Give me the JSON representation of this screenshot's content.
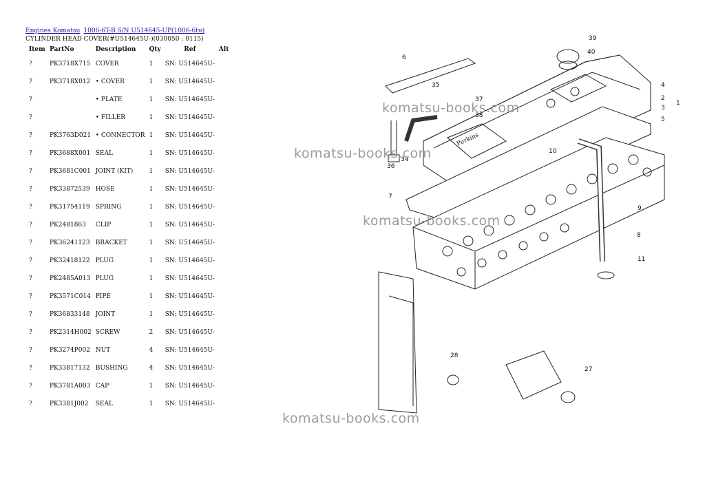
{
  "breadcrumb": {
    "link1": "Engines Komatsu",
    "link2": "1006-6T-B S/N U514645-UP(1006-6tu)"
  },
  "subtitle": "CYLINDER HEAD COVER(#U514645U-)(030050 : 0115)",
  "table": {
    "headers": {
      "item": "Item",
      "partno": "PartNo",
      "description": "Description",
      "qty": "Qty",
      "ref": "Ref",
      "alt": "Alt"
    },
    "rows": [
      {
        "item": "?",
        "partno": "PK3718X715",
        "description": "COVER",
        "qty": "1",
        "ref": "SN: U514645U-"
      },
      {
        "item": "?",
        "partno": "PK3718X012",
        "description": "• COVER",
        "qty": "1",
        "ref": "SN: U514645U-"
      },
      {
        "item": "?",
        "partno": "",
        "description": "• PLATE",
        "qty": "1",
        "ref": "SN: U514645U-"
      },
      {
        "item": "?",
        "partno": "",
        "description": "• FILLER",
        "qty": "1",
        "ref": "SN: U514645U-"
      },
      {
        "item": "?",
        "partno": "PK3763D021",
        "description": "• CONNECTOR",
        "qty": "1",
        "ref": "SN: U514645U-"
      },
      {
        "item": "?",
        "partno": "PK3688X001",
        "description": "SEAL",
        "qty": "1",
        "ref": "SN: U514645U-"
      },
      {
        "item": "?",
        "partno": "PK3681C001",
        "description": "JOINT (KIT)",
        "qty": "1",
        "ref": "SN: U514645U-"
      },
      {
        "item": "?",
        "partno": "PK33872539",
        "description": "HOSE",
        "qty": "1",
        "ref": "SN: U514645U-"
      },
      {
        "item": "?",
        "partno": "PK31754119",
        "description": "SPRING",
        "qty": "1",
        "ref": "SN: U514645U-"
      },
      {
        "item": "?",
        "partno": "PK2481863",
        "description": "CLIP",
        "qty": "1",
        "ref": "SN: U514645U-"
      },
      {
        "item": "?",
        "partno": "PK36241123",
        "description": "BRACKET",
        "qty": "1",
        "ref": "SN: U514645U-"
      },
      {
        "item": "?",
        "partno": "PK32418122",
        "description": "PLUG",
        "qty": "1",
        "ref": "SN: U514645U-"
      },
      {
        "item": "?",
        "partno": "PK2485A013",
        "description": "PLUG",
        "qty": "1",
        "ref": "SN: U514645U-"
      },
      {
        "item": "?",
        "partno": "PK3571C014",
        "description": "PIPE",
        "qty": "1",
        "ref": "SN: U514645U-"
      },
      {
        "item": "?",
        "partno": "PK36833148",
        "description": "JOINT",
        "qty": "1",
        "ref": "SN: U514645U-"
      },
      {
        "item": "?",
        "partno": "PK2314H002",
        "description": "SCREW",
        "qty": "2",
        "ref": "SN: U514645U-"
      },
      {
        "item": "?",
        "partno": "PK3274P002",
        "description": "NUT",
        "qty": "4",
        "ref": "SN: U514645U-"
      },
      {
        "item": "?",
        "partno": "PK33817132",
        "description": "BUSHING",
        "qty": "4",
        "ref": "SN: U514645U-"
      },
      {
        "item": "?",
        "partno": "PK3781A003",
        "description": "CAP",
        "qty": "1",
        "ref": "SN: U514645U-"
      },
      {
        "item": "?",
        "partno": "PK3381J002",
        "description": "SEAL",
        "qty": "1",
        "ref": "SN: U514645U-"
      }
    ]
  },
  "diagram": {
    "callouts": [
      "39",
      "40",
      "6",
      "35",
      "37",
      "38",
      "4",
      "2",
      "3",
      "5",
      "1",
      "36",
      "34",
      "10",
      "7",
      "9",
      "8",
      "11",
      "28",
      "27"
    ],
    "cover_text": "Perkins"
  },
  "watermark": "komatsu-books.com"
}
